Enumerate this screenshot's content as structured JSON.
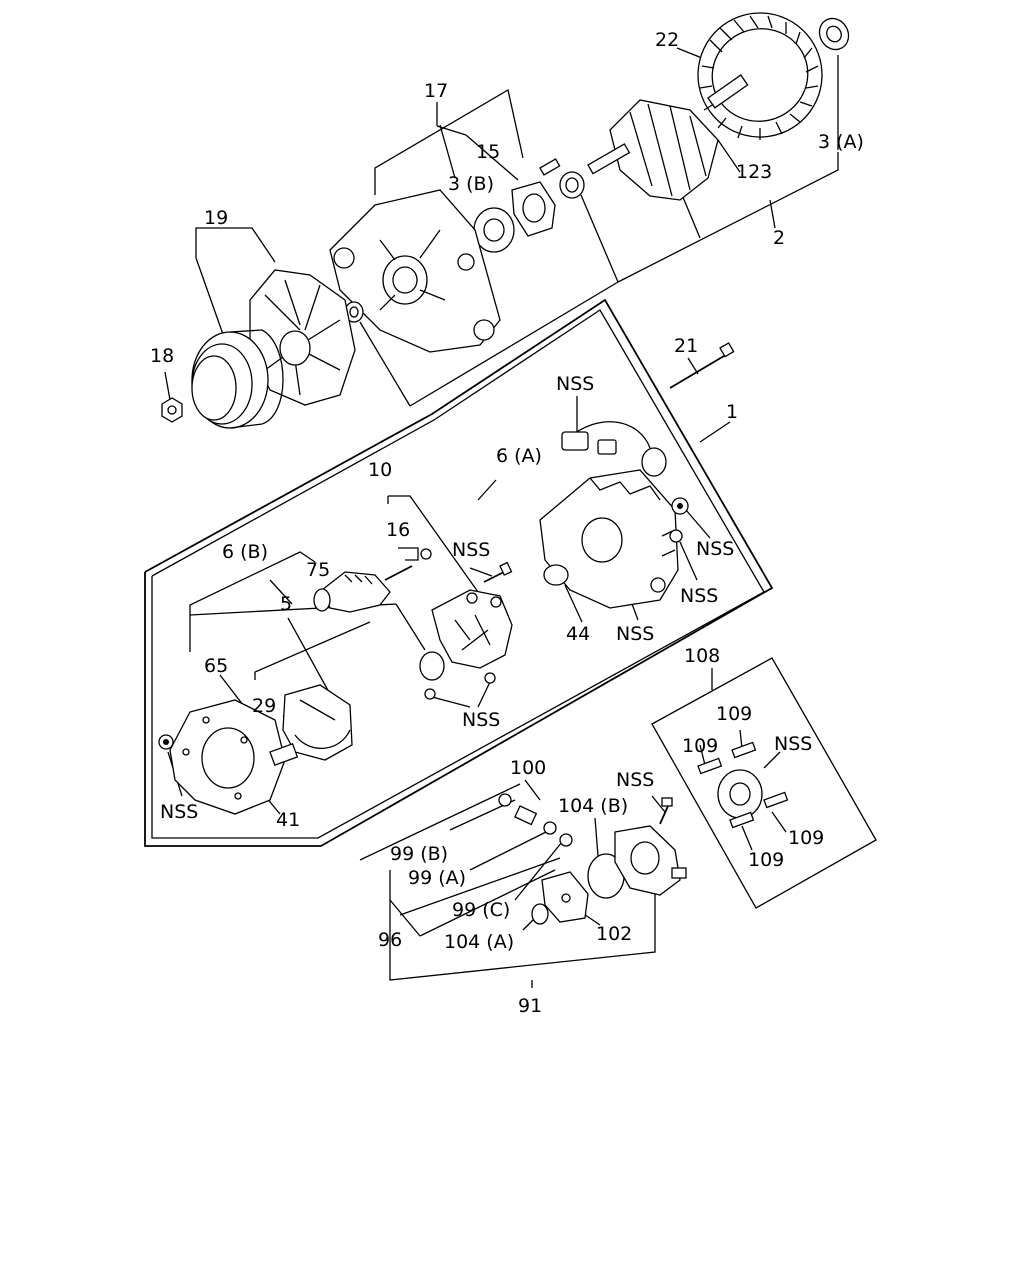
{
  "diagram": {
    "labels": {
      "l22": "22",
      "l17": "17",
      "l15": "15",
      "l3b": "3 (B)",
      "l3a": "3 (A)",
      "l123": "123",
      "l2": "2",
      "l19": "19",
      "l18": "18",
      "l21": "21",
      "l1": "1",
      "nss_top": "NSS",
      "l10": "10",
      "l6a": "6 (A)",
      "l16": "16",
      "nss_bolt": "NSS",
      "nss_nut_r": "NSS",
      "l6b": "6 (B)",
      "l75": "75",
      "nss_nut_r2": "NSS",
      "l5": "5",
      "l44": "44",
      "nss_frame": "NSS",
      "l108": "108",
      "l65": "65",
      "l29": "29",
      "nss_screws": "NSS",
      "l109a": "109",
      "l109b": "109",
      "nss_108": "NSS",
      "l109c": "109",
      "l109d": "109",
      "l100": "100",
      "nss_pump": "NSS",
      "l104b": "104 (B)",
      "nss_left": "NSS",
      "l41": "41",
      "l99b": "99 (B)",
      "l99a": "99 (A)",
      "l99c": "99 (C)",
      "l96": "96",
      "l104a": "104 (A)",
      "l102": "102",
      "l91": "91"
    }
  }
}
